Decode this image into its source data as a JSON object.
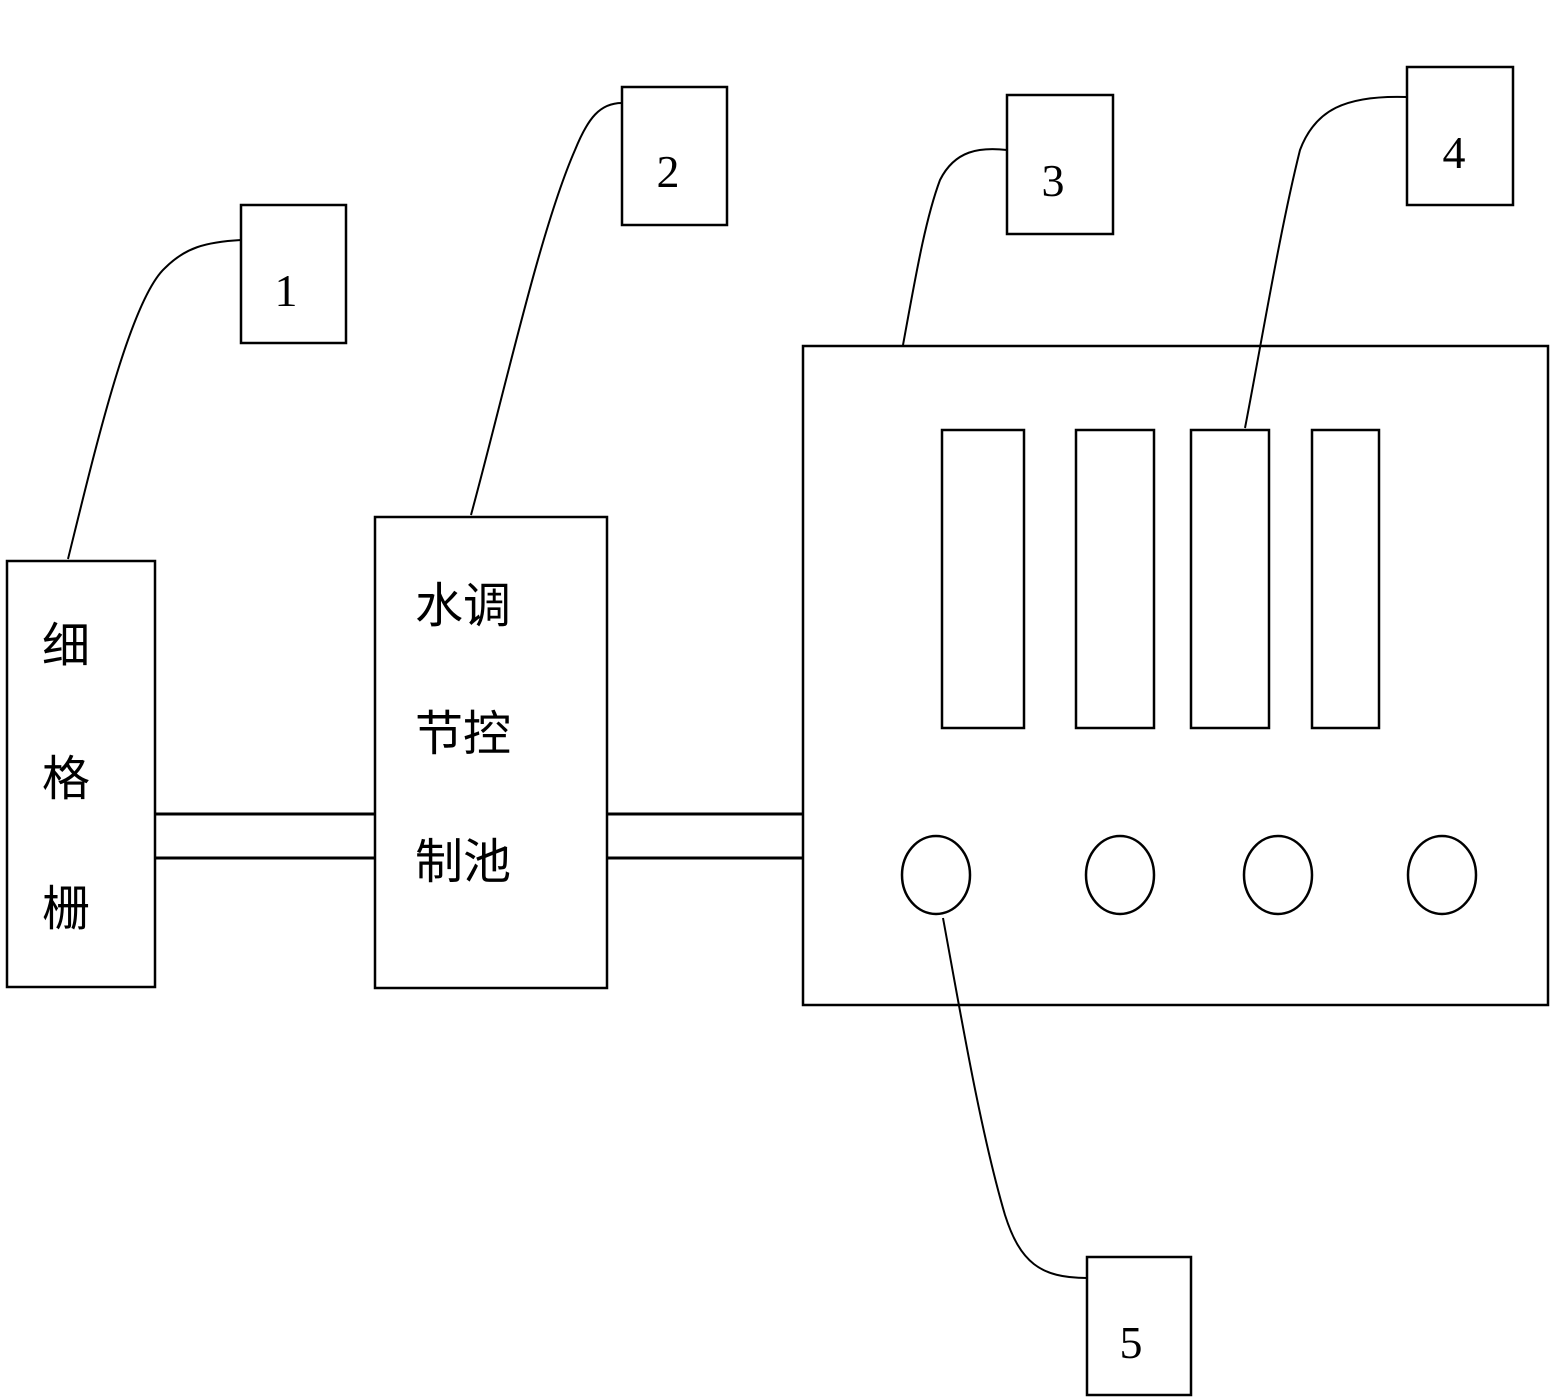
{
  "callouts": [
    {
      "id": "1",
      "label": "1"
    },
    {
      "id": "2",
      "label": "2"
    },
    {
      "id": "3",
      "label": "3"
    },
    {
      "id": "4",
      "label": "4"
    },
    {
      "id": "5",
      "label": "5"
    }
  ],
  "blocks": {
    "fine_screen": {
      "lines": [
        "细",
        "格",
        "栅"
      ]
    },
    "regulating_tank": {
      "lines": [
        "水调",
        "节控",
        "制池"
      ]
    }
  },
  "colors": {
    "stroke": "#000000",
    "background": "#ffffff"
  }
}
